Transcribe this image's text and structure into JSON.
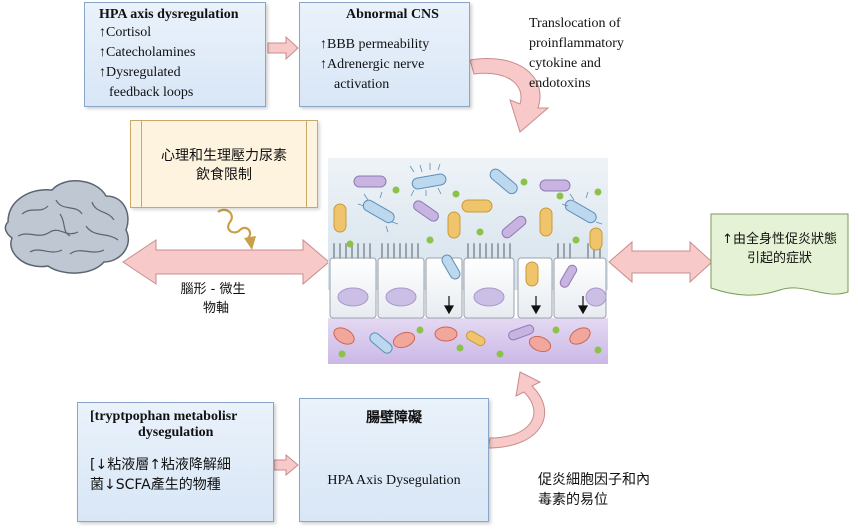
{
  "hpa_box": {
    "title": "HPA axis dysregulation",
    "lines": [
      "↑Cortisol",
      "↑Catecholamines",
      "↑Dysregulated",
      "feedback loops"
    ]
  },
  "cns_box": {
    "title": "Abnormal CNS",
    "lines": [
      "↑BBB permeability",
      "↑Adrenergic nerve",
      "activation"
    ]
  },
  "translocation_label": {
    "lines": [
      "Translocation of",
      "proinflammatory",
      "cytokine and",
      "endotoxins"
    ]
  },
  "stress_box": {
    "lines": [
      "心理和生理壓力尿素",
      "飲食限制"
    ]
  },
  "axis_label": {
    "lines": [
      "腦形 - 微生",
      "物軸"
    ]
  },
  "symptoms_box": {
    "lines": [
      "↑由全身性促炎狀態",
      "引起的症狀"
    ]
  },
  "tryptophan_box": {
    "title_lines": [
      "[tryptpophan metabolisr",
      "dysegulation"
    ],
    "lines": [
      "[↓粘液層↑粘液降解細",
      "菌↓SCFA產生的物種"
    ]
  },
  "barrier_box": {
    "title": "腸壁障礙",
    "text": "HPA Axis Dysegulation"
  },
  "translocation_cn_label": {
    "lines": [
      "促炎細胞因子和內",
      "毒素的易位"
    ]
  },
  "colors": {
    "box_blue": "#dde9f7",
    "arrow_pink": "#f7c9c9",
    "stress_fill": "#fdf3df",
    "symptom_fill": "#e6f2d6",
    "lumen_blue": "#dbe6ee",
    "lamina_purple": "#ddd0ee"
  }
}
